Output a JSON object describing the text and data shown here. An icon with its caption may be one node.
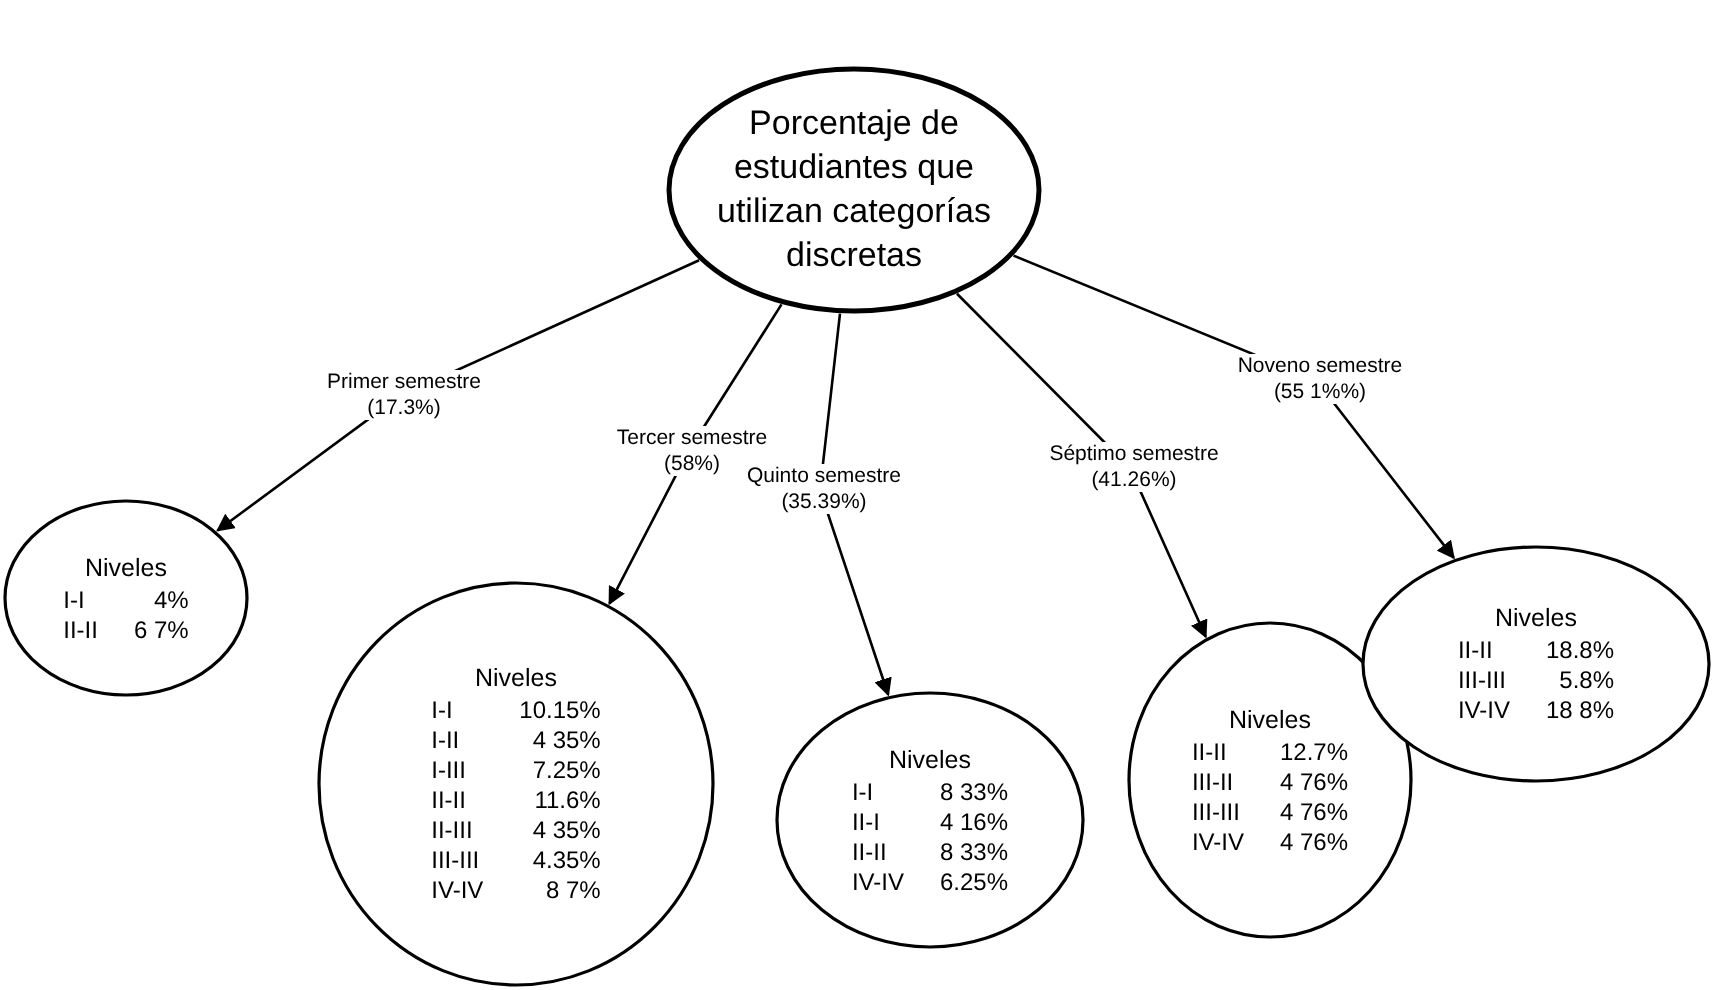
{
  "diagram": {
    "nodes": [
      {
        "text": [
          "Porcentaje de estudiantes que utilizan categorías discretas"
        ]
      },
      {
        "text": [
          "Niveles",
          "I-I",
          "4%",
          "II-II",
          "6 7%"
        ]
      },
      {
        "text": [
          "Niveles",
          "I-I",
          "10.15%",
          "I-II",
          "4 35%",
          "I-III",
          "7.25%",
          "II-II",
          "11.6%",
          "II-III",
          "4 35%",
          "III-III",
          "4.35%",
          "IV-IV",
          "8 7%"
        ]
      },
      {
        "text": [
          "Niveles",
          "I-I",
          "8 33%",
          "II-I",
          "4 16%",
          "II-II",
          "8 33%",
          "IV-IV",
          "6.25%"
        ]
      },
      {
        "text": [
          "Niveles",
          "II-II",
          "12.7%",
          "III-II",
          "4 76%",
          "III-III",
          "4 76%",
          "IV-IV",
          "4 76%"
        ]
      },
      {
        "text": [
          "Niveles",
          "II-II",
          "18.8%",
          "III-III",
          "5.8%",
          "IV-IV",
          "18 8%"
        ]
      }
    ],
    "edges": [
      {
        "from": 0,
        "to": 1,
        "arrow": "to",
        "label": "Primer semestre (17.3%)"
      },
      {
        "from": 0,
        "to": 2,
        "arrow": "to",
        "label": "Tercer semestre (58%)"
      },
      {
        "from": 0,
        "to": 3,
        "arrow": "to",
        "label": "Quinto semestre (35.39%)"
      },
      {
        "from": 0,
        "to": 4,
        "arrow": "to",
        "label": "Séptimo semestre (41.26%)"
      },
      {
        "from": 0,
        "to": 5,
        "arrow": "to",
        "label": "Noveno semestre (55 1%%)"
      }
    ]
  }
}
